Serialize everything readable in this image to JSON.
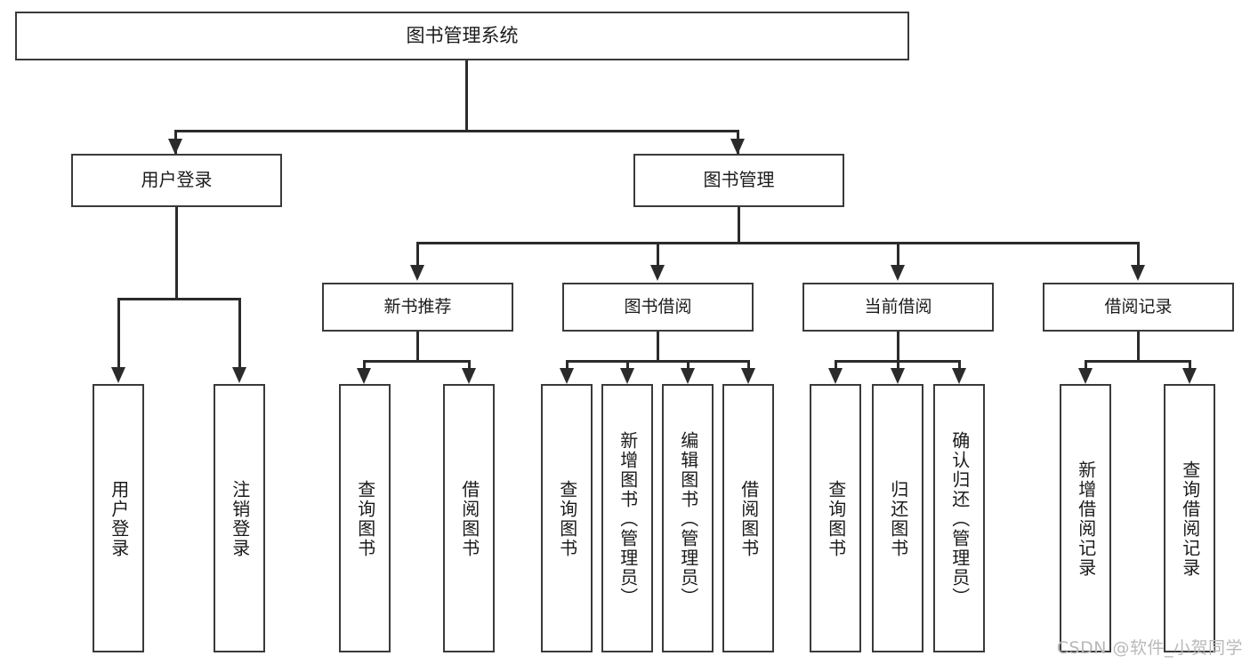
{
  "diagram": {
    "title": "图书管理系统",
    "type": "functional-structure-tree",
    "root": {
      "label": "图书管理系统"
    },
    "level2": [
      {
        "label": "用户登录"
      },
      {
        "label": "图书管理"
      }
    ],
    "level3": [
      {
        "label": "新书推荐"
      },
      {
        "label": "图书借阅"
      },
      {
        "label": "当前借阅"
      },
      {
        "label": "借阅记录"
      }
    ],
    "leaves": {
      "user_login": [
        {
          "label": "用户登录"
        },
        {
          "label": "注销登录"
        }
      ],
      "new_book_recommend": [
        {
          "label": "查询图书"
        },
        {
          "label": "借阅图书"
        }
      ],
      "book_borrow": [
        {
          "label": "查询图书"
        },
        {
          "label": "新增图书（管理员）"
        },
        {
          "label": "编辑图书（管理员）"
        },
        {
          "label": "借阅图书"
        }
      ],
      "current_borrow": [
        {
          "label": "查询图书"
        },
        {
          "label": "归还图书"
        },
        {
          "label": "确认归还（管理员）"
        }
      ],
      "borrow_records": [
        {
          "label": "新增借阅记录"
        },
        {
          "label": "查询借阅记录"
        }
      ]
    },
    "colors": {
      "box_border": "#3a3a3a",
      "connector": "#2b2b2b",
      "text": "#1b1b1b",
      "background": "#ffffff",
      "watermark": "#b9b9b9"
    }
  },
  "watermark": {
    "text": "CSDN @软件_小贺同学"
  }
}
